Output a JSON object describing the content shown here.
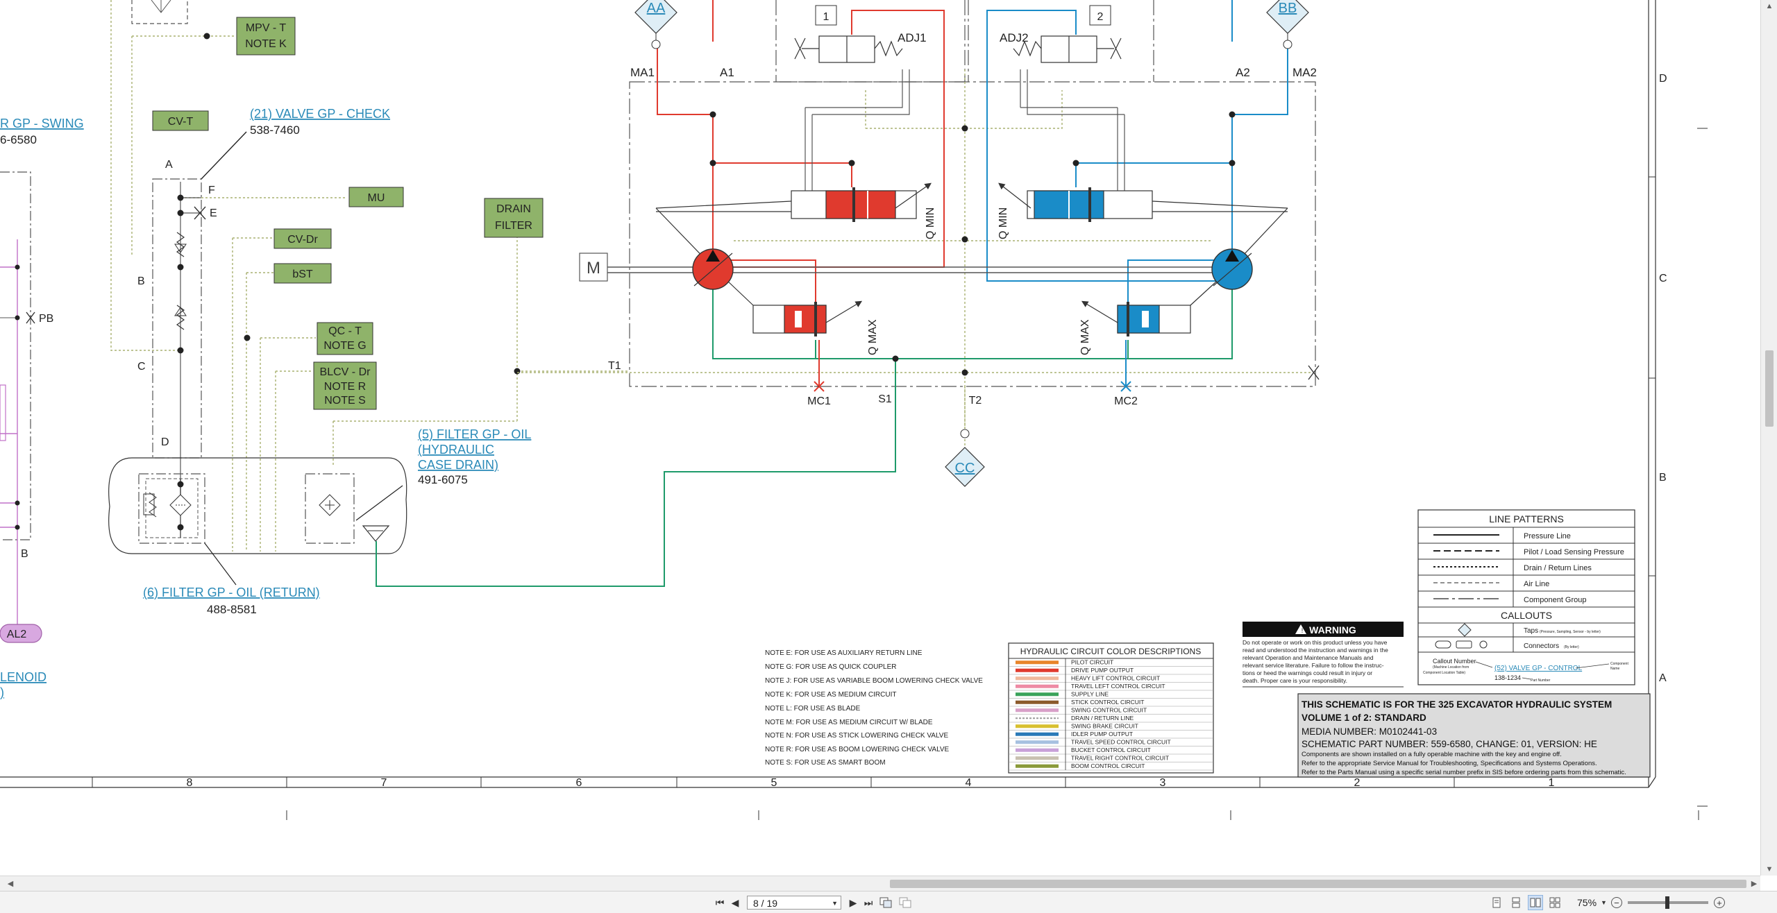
{
  "diagram": {
    "top_labels": {
      "aa": "AA",
      "bb": "BB",
      "ma1": "MA1",
      "a1": "A1",
      "a2": "A2",
      "ma2": "MA2",
      "adj1": "ADJ1",
      "adj2": "ADJ2",
      "box1": "1",
      "box2": "2"
    },
    "left": {
      "swing_link": "R GP - SWING",
      "swing_num": "6-6580",
      "mpv_t_1": "MPV - T",
      "mpv_t_2": "NOTE K",
      "cv_t": "CV-T",
      "check_link": "(21) VALVE GP - CHECK",
      "check_num": "538-7460",
      "mu": "MU",
      "drain_filter_1": "DRAIN",
      "drain_filter_2": "FILTER",
      "cv_dr": "CV-Dr",
      "bst": "bST",
      "qc_t_1": "QC - T",
      "qc_t_2": "NOTE G",
      "blcv_1": "BLCV - Dr",
      "blcv_2": "NOTE R",
      "blcv_3": "NOTE S",
      "port_a": "A",
      "port_f": "F",
      "port_e": "E",
      "port_b": "B",
      "port_c": "C",
      "port_d": "D",
      "port_pb": "PB",
      "port_b2": "B",
      "filter_case_1": "(5) FILTER GP - OIL",
      "filter_case_2": "(HYDRAULIC",
      "filter_case_3": "CASE DRAIN)",
      "filter_case_num": "491-6075",
      "filter_return": "(6) FILTER GP - OIL (RETURN)",
      "filter_return_num": "488-8581",
      "al2": "AL2",
      "lenoid": "LENOID",
      "paren": ")"
    },
    "pump": {
      "t1": "T1",
      "mc1": "MC1",
      "s1": "S1",
      "t2": "T2",
      "mc2": "MC2",
      "cc": "CC",
      "qmin_l": "Q MIN",
      "qmin_r": "Q MIN",
      "qmax_l": "Q MAX",
      "qmax_r": "Q MAX",
      "motor": "M"
    },
    "zones": [
      "D",
      "C",
      "B",
      "A"
    ],
    "columns": [
      "8",
      "7",
      "6",
      "5",
      "4",
      "3",
      "2",
      "1"
    ],
    "notes": [
      "NOTE E: FOR USE AS AUXILIARY RETURN LINE",
      "NOTE G: FOR USE AS QUICK COUPLER",
      "NOTE J: FOR USE AS VARIABLE BOOM LOWERING CHECK VALVE",
      "NOTE K: FOR USE AS MEDIUM CIRCUIT",
      "NOTE L: FOR USE AS BLADE",
      "NOTE M: FOR USE AS MEDIUM CIRCUIT W/ BLADE",
      "NOTE N: FOR USE AS STICK LOWERING CHECK VALVE",
      "NOTE R: FOR USE AS BOOM LOWERING CHECK VALVE",
      "NOTE S: FOR USE AS SMART BOOM"
    ],
    "color_table": {
      "title": "HYDRAULIC CIRCUIT COLOR DESCRIPTIONS",
      "rows": [
        {
          "color": "#e8852a",
          "label": "PILOT CIRCUIT"
        },
        {
          "color": "#e03a2e",
          "label": "DRIVE PUMP OUTPUT"
        },
        {
          "color": "#f0b89c",
          "label": "HEAVY LIFT CONTROL CIRCUIT"
        },
        {
          "color": "#ee8aa4",
          "label": "TRAVEL LEFT CONTROL CIRCUIT"
        },
        {
          "color": "#3aa35a",
          "label": "SUPPLY LINE"
        },
        {
          "color": "#8b5a2b",
          "label": "STICK CONTROL CIRCUIT"
        },
        {
          "color": "#d8a0c8",
          "label": "SWING CONTROL CIRCUIT"
        },
        {
          "color": "#9a9a9a",
          "label": "DRAIN / RETURN LINE"
        },
        {
          "color": "#d8c030",
          "label": "SWING BRAKE CIRCUIT"
        },
        {
          "color": "#2a7ab8",
          "label": "IDLER PUMP OUTPUT"
        },
        {
          "color": "#a6c0e0",
          "label": "TRAVEL SPEED CONTROL CIRCUIT"
        },
        {
          "color": "#c8a0d8",
          "label": "BUCKET CONTROL CIRCUIT"
        },
        {
          "color": "#c8c0b0",
          "label": "TRAVEL RIGHT CONTROL CIRCUIT"
        },
        {
          "color": "#8a9a3a",
          "label": "BOOM CONTROL CIRCUIT"
        }
      ]
    },
    "warning": {
      "title": "WARNING",
      "lines": [
        "Do not operate or work on this product unless you have",
        "read and understood the instruction and warnings in the",
        "relevant Operation and Maintenance Manuals and",
        "relevant service literature. Failure to follow the instruc-",
        "tions or heed the warnings could result in injury or",
        "death. Proper care is your responsibility."
      ]
    },
    "legend": {
      "title": "LINE PATTERNS",
      "rows": [
        "Pressure Line",
        "Pilot / Load Sensing Pressure",
        "Drain / Return Lines",
        "Air Line",
        "Component Group"
      ],
      "callouts_title": "CALLOUTS",
      "taps": "Taps",
      "taps_note": "(Pressure, Sampling, Sensor - by letter)",
      "connectors": "Connectors",
      "connectors_note": "(By letter)",
      "callout_number": "Callout Number",
      "callout_machine": "(Machine Location from",
      "callout_comp": "Component Location Table)",
      "callout_link": "(52) VALVE GP - CONTROL",
      "callout_part": "138-1234",
      "part_number": "Part Number",
      "component_name": "Component",
      "component_name2": "Name"
    },
    "title_block": {
      "line1": "THIS SCHEMATIC IS FOR THE 325 EXCAVATOR HYDRAULIC SYSTEM",
      "line2": "VOLUME 1 of 2: STANDARD",
      "line3": "MEDIA NUMBER: M0102441-03",
      "line4": "SCHEMATIC PART NUMBER: 559-6580, CHANGE: 01, VERSION: HE",
      "line5": "Components are shown installed on a fully operable machine with the key and engine off.",
      "line6": "Refer to the appropriate Service Manual for Troubleshooting, Specifications and Systems Operations.",
      "line7": "Refer to the Parts Manual using a specific serial number prefix in SIS before ordering parts from this schematic."
    }
  },
  "colors": {
    "red": "#e03a2e",
    "blue": "#1a8cc8",
    "green": "#1e9a6a",
    "drain": "#a8b070",
    "link": "#2a8ab8",
    "label_fill": "#8fb36a",
    "purple": "#c070c8"
  },
  "viewer": {
    "page_value": "8 / 19",
    "zoom": "75%"
  }
}
